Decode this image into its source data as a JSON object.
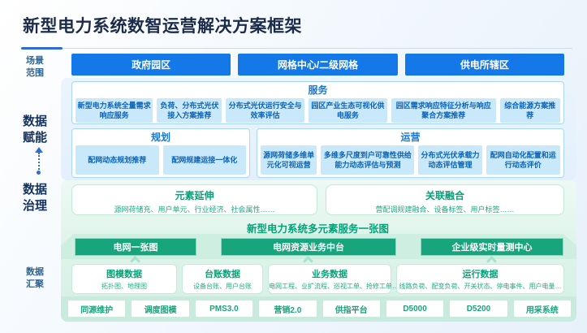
{
  "title": "新型电力系统数智运营解决方案框架",
  "colors": {
    "blue_accent": "#1478e8",
    "light_blue_chip": "#c9e9fb",
    "blue_text": "#0d63b5",
    "green_accent": "#18a57d",
    "green_text": "#00a478",
    "light_green_band": "#cfeee2",
    "navy_title": "#1c2b4a"
  },
  "side_labels": {
    "scene": "场景范围",
    "empower": "数据赋能",
    "governance": "数据治理",
    "aggregation": "数据汇聚"
  },
  "scene_buttons": [
    "政府园区",
    "网格中心/二级网格",
    "供电所辖区"
  ],
  "service": {
    "title": "服务",
    "items": [
      "新型电力系统全量需求响应服务",
      "负荷、分布式光伏接入方案推荐",
      "分布式光伏运行安全与效率评估",
      "园区产业生态可视化供电服务",
      "园区需求响应特征分析与响应聚合方案推荐",
      "综合能源方案推荐"
    ]
  },
  "planning": {
    "title": "规划",
    "items": [
      "配网动态规划推荐",
      "配网规建运接一体化"
    ]
  },
  "operation": {
    "title": "运营",
    "items": [
      "源网荷储多维单元化可视运营",
      "多维多尺度到户可靠性供给能力动态评估与预测",
      "分布式光伏承载力动态评估管理",
      "配网自动化配置和运行动态评价"
    ]
  },
  "governance": {
    "element_extension": {
      "title": "元素延伸",
      "desc": "源网荷储充、用户单元、行业经济、社会属性……"
    },
    "association_fusion": {
      "title": "关联融合",
      "desc": "营配调规建融合、设备标签、用户标签……"
    },
    "map_title": "新型电力系统多元素服务一张图"
  },
  "platforms": [
    "电网一张图",
    "电网资源业务中台",
    "企业级实时量测中心"
  ],
  "data_cards": [
    {
      "title": "图模数据",
      "desc": "拓扑图、地理图"
    },
    {
      "title": "台账数据",
      "desc": "设备台账、用户台账"
    },
    {
      "title": "业务数据",
      "desc": "电网工程、业扩流程、巡视工单、抢修工单…"
    },
    {
      "title": "运行数据",
      "desc": "线路负荷、配变负荷、开关状态、停电事件、用户电量…"
    }
  ],
  "source_systems": [
    "同源维护",
    "调度图模",
    "PMS3.0",
    "营销2.0",
    "供指平台",
    "D5000",
    "D5200",
    "用采系统"
  ]
}
